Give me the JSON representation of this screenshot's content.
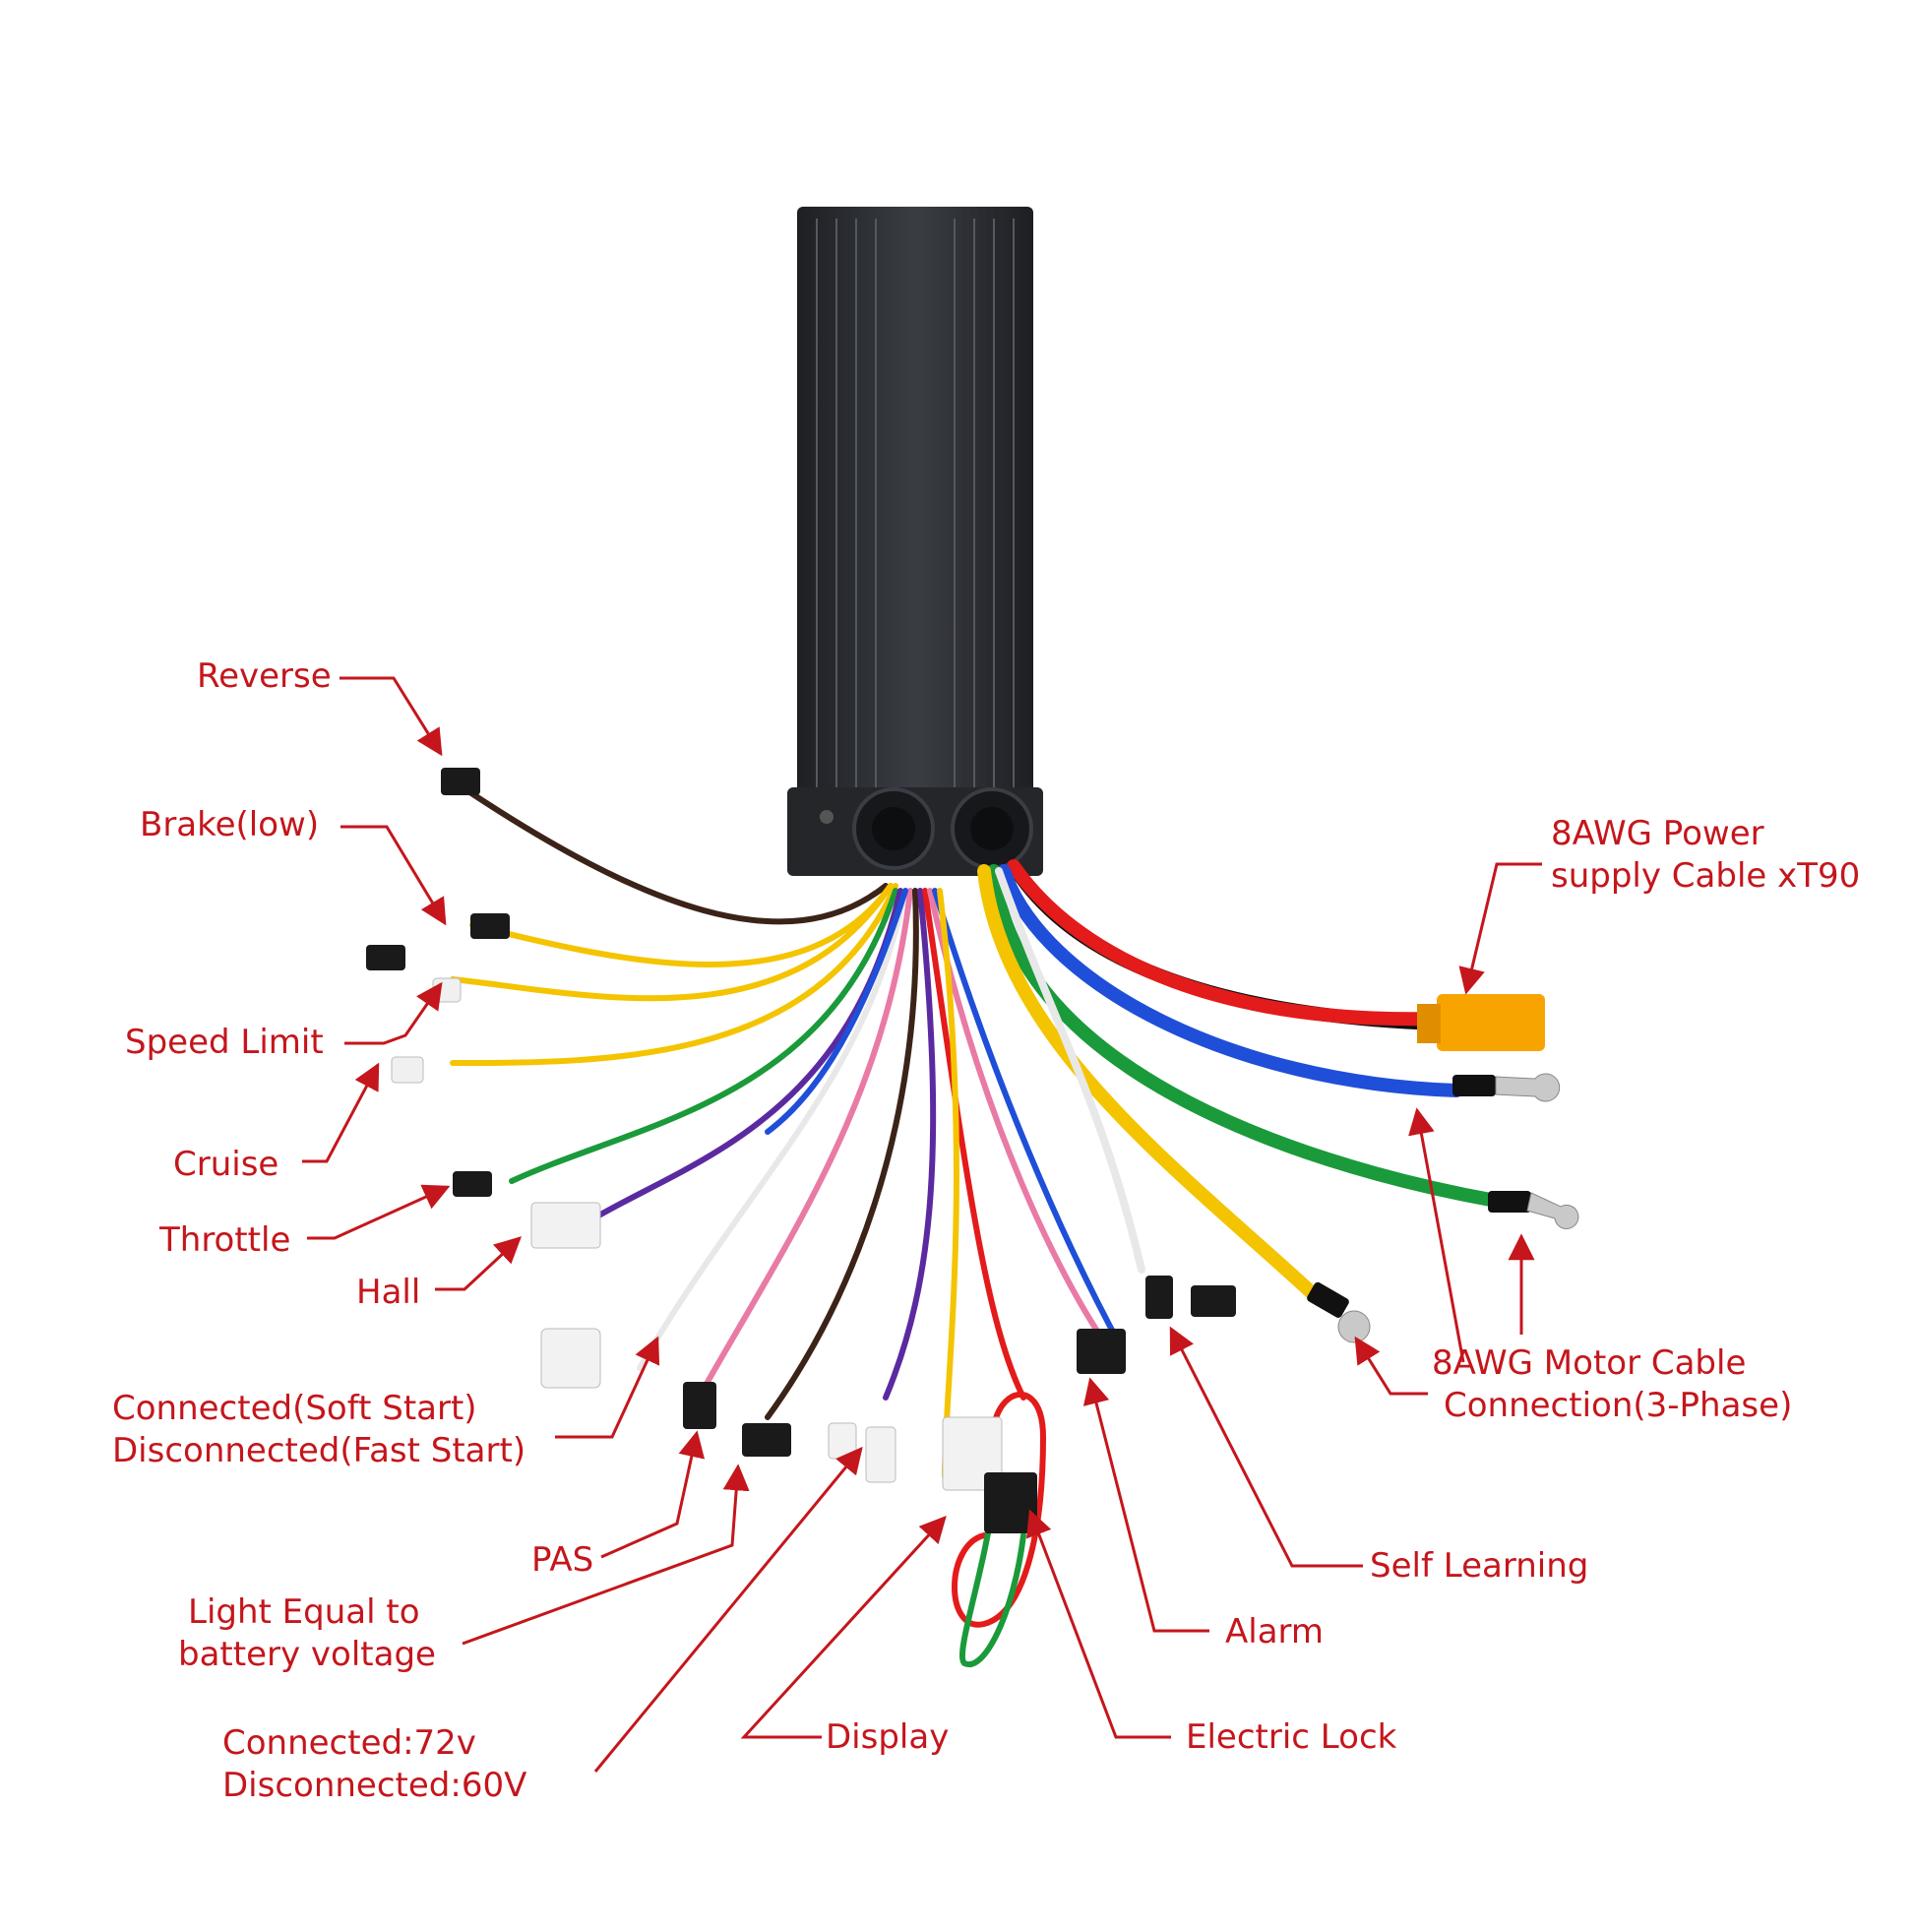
{
  "colors": {
    "label": "#c4161c",
    "leader": "#c4161c",
    "housing": "#2b2e33",
    "housing_highlight": "#4a4e55",
    "wire_red": "#e31b1b",
    "wire_black": "#111111",
    "wire_blue": "#1f4fd8",
    "wire_green": "#1a9a3a",
    "wire_yellow": "#f4c400",
    "wire_brown": "#3b2318",
    "wire_white": "#e8e8e8",
    "wire_purple": "#5b2aa0",
    "wire_pink": "#e97aa6",
    "connector_xt90": "#f7a400"
  },
  "labels": {
    "reverse": "Reverse",
    "brake_low": "Brake(low)",
    "speed_limit": "Speed Limit",
    "cruise": "Cruise",
    "throttle": "Throttle",
    "hall": "Hall",
    "soft_start_1": "Connected(Soft Start)",
    "soft_start_2": "Disconnected(Fast Start)",
    "pas": "PAS",
    "light_1": "Light Equal to",
    "light_2": "battery voltage",
    "voltage_1": "Connected:72v",
    "voltage_2": "Disconnected:60V",
    "display": "Display",
    "electric_lock": "Electric Lock",
    "alarm": "Alarm",
    "self_learning": "Self Learning",
    "motor_1": "8AWG Motor Cable",
    "motor_2": "Connection(3-Phase)",
    "power_1": "8AWG Power",
    "power_2": "supply Cable xT90"
  }
}
